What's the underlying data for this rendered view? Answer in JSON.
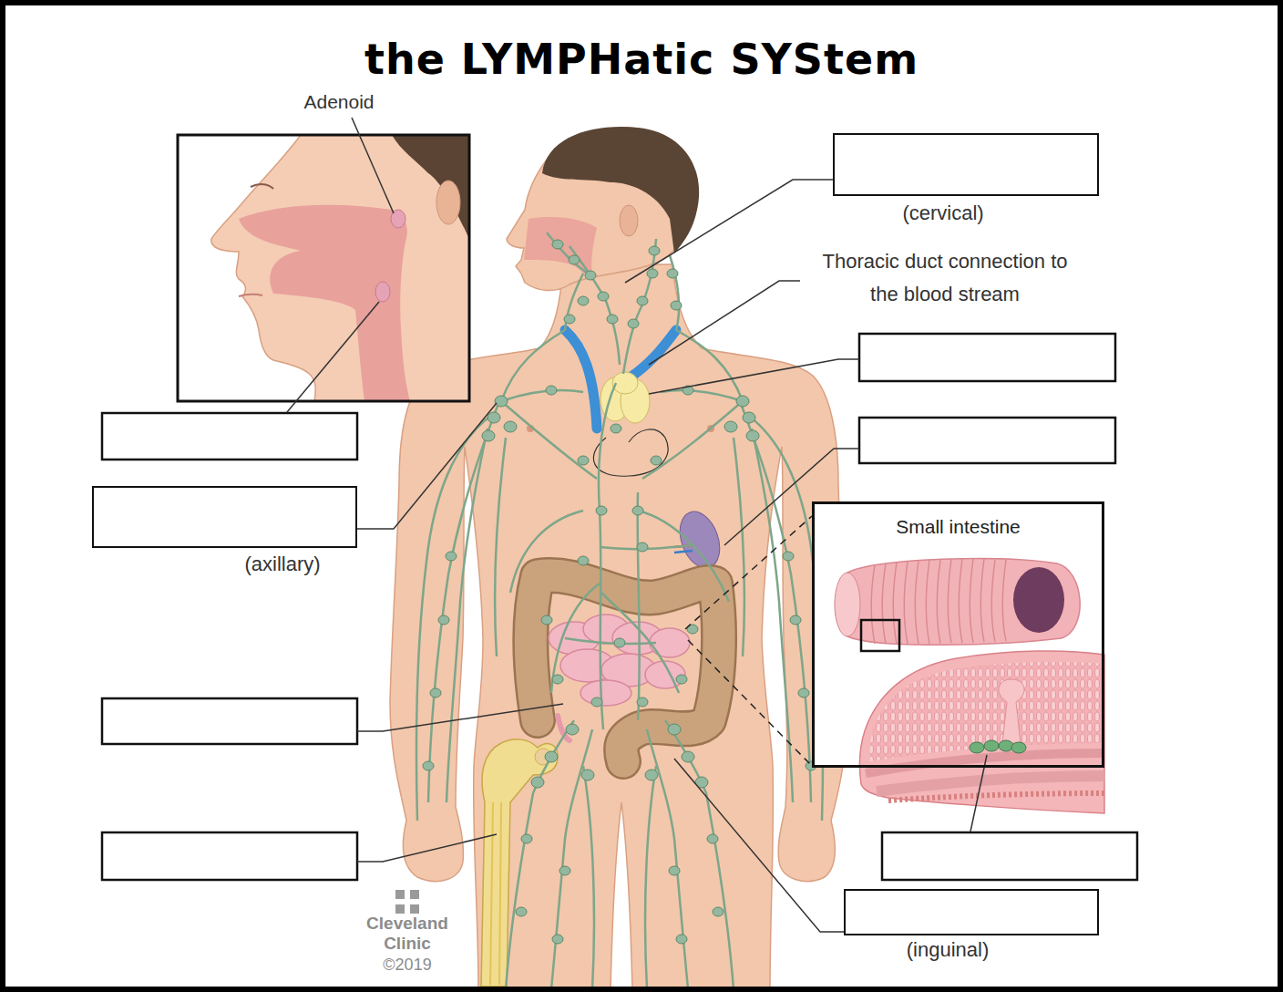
{
  "diagram": {
    "title": "the LYMPHatic SYStem",
    "nodes": [
      {
        "text": [
          "(cervical)"
        ]
      },
      {
        "text": [
          "(axillary)"
        ]
      },
      {
        "text": [
          "Small intestine"
        ]
      },
      {
        "text": [
          "(inguinal)"
        ]
      }
    ],
    "labels": [
      "Adenoid",
      "Thoracic duct connection to the blood stream",
      "Cleveland Clinic",
      "©2019"
    ]
  }
}
